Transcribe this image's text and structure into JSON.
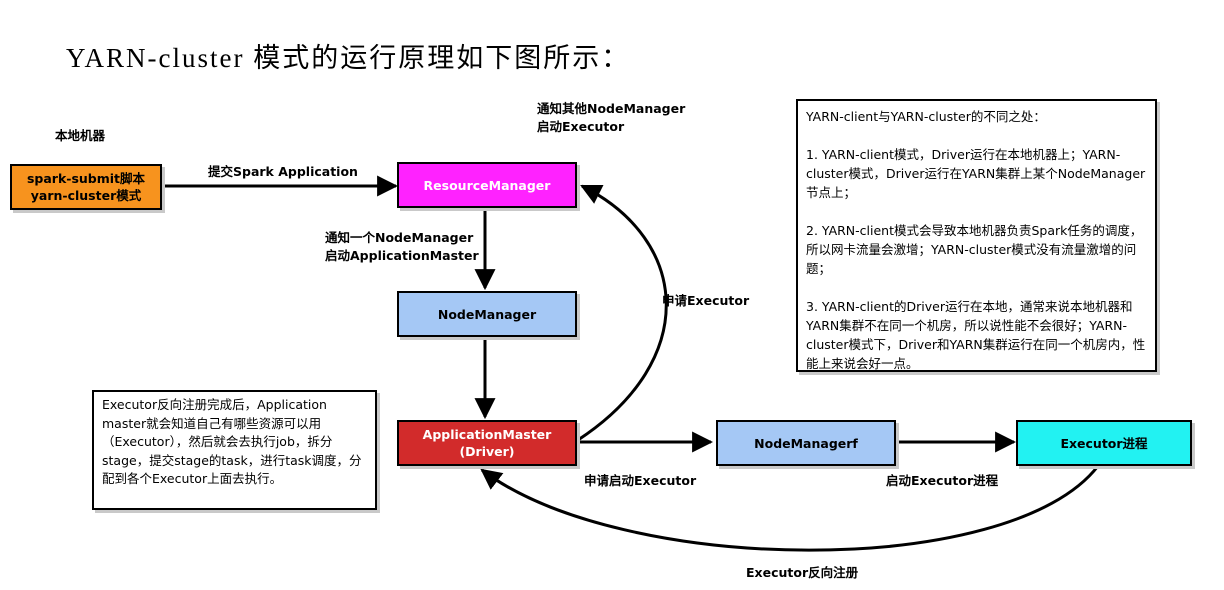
{
  "title": "YARN-cluster 模式的运行原理如下图所示：",
  "labels": {
    "local_machine": "本地机器",
    "submit_app": "提交Spark Application",
    "notify_one_nm_1": "通知一个NodeManager",
    "notify_one_nm_2": "启动ApplicationMaster",
    "notify_other_nm_1": "通知其他NodeManager",
    "notify_other_nm_2": "启动Executor",
    "request_executor": "申请Executor",
    "request_start_executor": "申请启动Executor",
    "start_executor_process": "启动Executor进程",
    "executor_register": "Executor反向注册"
  },
  "boxes": {
    "spark_submit_1": "spark-submit脚本",
    "spark_submit_2": "yarn-cluster模式",
    "resource_manager": "ResourceManager",
    "node_manager": "NodeManager",
    "app_master_1": "ApplicationMaster",
    "app_master_2": "(Driver)",
    "node_managerf": "NodeManagerf",
    "executor_process": "Executor进程"
  },
  "colors": {
    "spark_submit": "#f7931e",
    "resource_manager": "#ff22ff",
    "node_manager": "#a5c8f5",
    "app_master": "#d22b2b",
    "executor": "#22f2f2"
  },
  "left_note": "Executor反向注册完成后，Application master就会知道自己有哪些资源可以用（Executor），然后就会去执行job，拆分stage，提交stage的task，进行task调度，分配到各个Executor上面去执行。",
  "right_note": {
    "heading": "YARN-client与YARN-cluster的不同之处：",
    "point1": "1.  YARN-client模式，Driver运行在本地机器上；YARN-cluster模式，Driver运行在YARN集群上某个NodeManager节点上；",
    "point2": "2. YARN-client模式会导致本地机器负责Spark任务的调度，所以网卡流量会激增；YARN-cluster模式没有流量激增的问题；",
    "point3": "3. YARN-client的Driver运行在本地，通常来说本地机器和YARN集群不在同一个机房，所以说性能不会很好；YARN-cluster模式下，Driver和YARN集群运行在同一个机房内，性能上来说会好一点。"
  }
}
